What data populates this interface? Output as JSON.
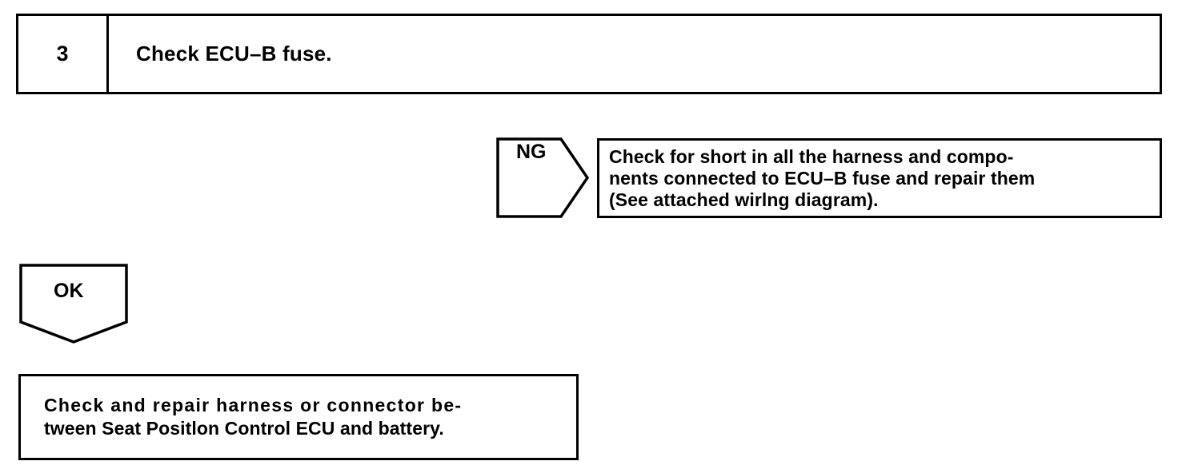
{
  "step": {
    "number": "3",
    "instruction": "Check ECU–B fuse."
  },
  "ng_branch": {
    "connector_label": "NG",
    "result_lines": [
      "Check for short in all the harness and compo-",
      "nents connected to ECU–B fuse and repair them",
      "(See attached wirlng diagram)."
    ]
  },
  "ok_branch": {
    "connector_label": "OK",
    "result_lines": [
      "Check and repair harness or connector be-",
      "tween Seat Positlon Control ECU and battery."
    ]
  },
  "colors": {
    "ink": "#000000",
    "paper": "#ffffff"
  }
}
